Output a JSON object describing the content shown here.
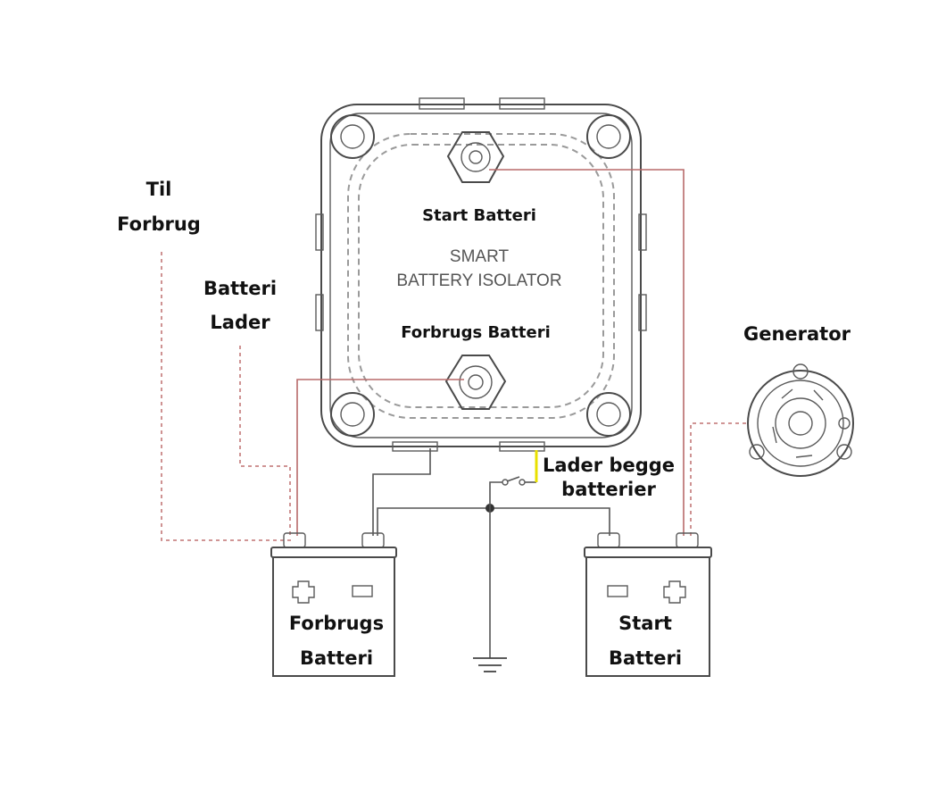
{
  "labels": {
    "til_forbrug": [
      "Til",
      "Forbrug"
    ],
    "batteri_lader": [
      "Batteri",
      "Lader"
    ],
    "generator": "Generator",
    "lader_begge": [
      "Lader begge",
      "batterier"
    ]
  },
  "isolator": {
    "top_terminal": "Start Batteri",
    "title_line1": "SMART",
    "title_line2": "BATTERY ISOLATOR",
    "bottom_terminal": "Forbrugs Batteri"
  },
  "batteries": {
    "left": [
      "Forbrugs",
      "Batteri"
    ],
    "right": [
      "Start",
      "Batteri"
    ]
  },
  "colors": {
    "wire_red": "#b86a6a",
    "wire_dotted": "#c98686",
    "wire_gray": "#555555",
    "switch_highlight": "#e8e000"
  },
  "icons": [
    "bolt-icon",
    "plus-icon",
    "minus-icon",
    "ground-icon",
    "switch-icon",
    "generator-icon"
  ]
}
